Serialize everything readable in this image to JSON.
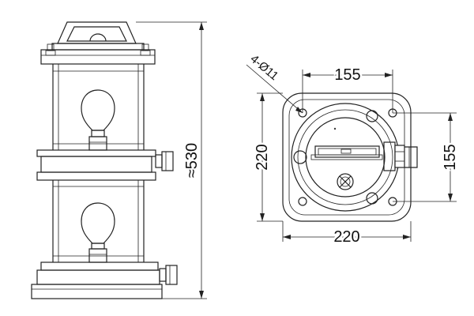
{
  "dimensions": {
    "overall_height": "≈530",
    "top_width": "155",
    "height_220": "220",
    "bottom_width": "220",
    "right_155": "155",
    "hole_note": "4-Ø11"
  },
  "colors": {
    "stroke": "#222222",
    "background": "#ffffff"
  }
}
